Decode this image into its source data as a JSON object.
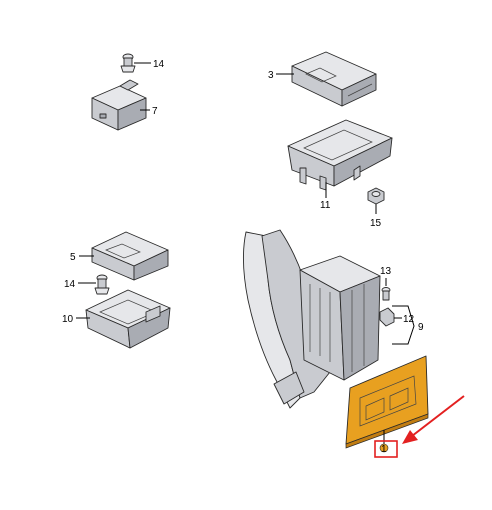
{
  "callouts": {
    "c1": "1",
    "c3": "3",
    "c5": "5",
    "c7": "7",
    "c9": "9",
    "c10": "10",
    "c11": "11",
    "c12": "12",
    "c13": "13",
    "c14a": "14",
    "c14b": "14",
    "c15": "15"
  },
  "highlight": {
    "part_number": "1",
    "arrow_color": "#e32020",
    "box_color": "#e32020",
    "module_color": "#e8a020"
  },
  "icons": [
    "screw-icon",
    "clip-icon",
    "nut-icon",
    "arrow-icon"
  ]
}
